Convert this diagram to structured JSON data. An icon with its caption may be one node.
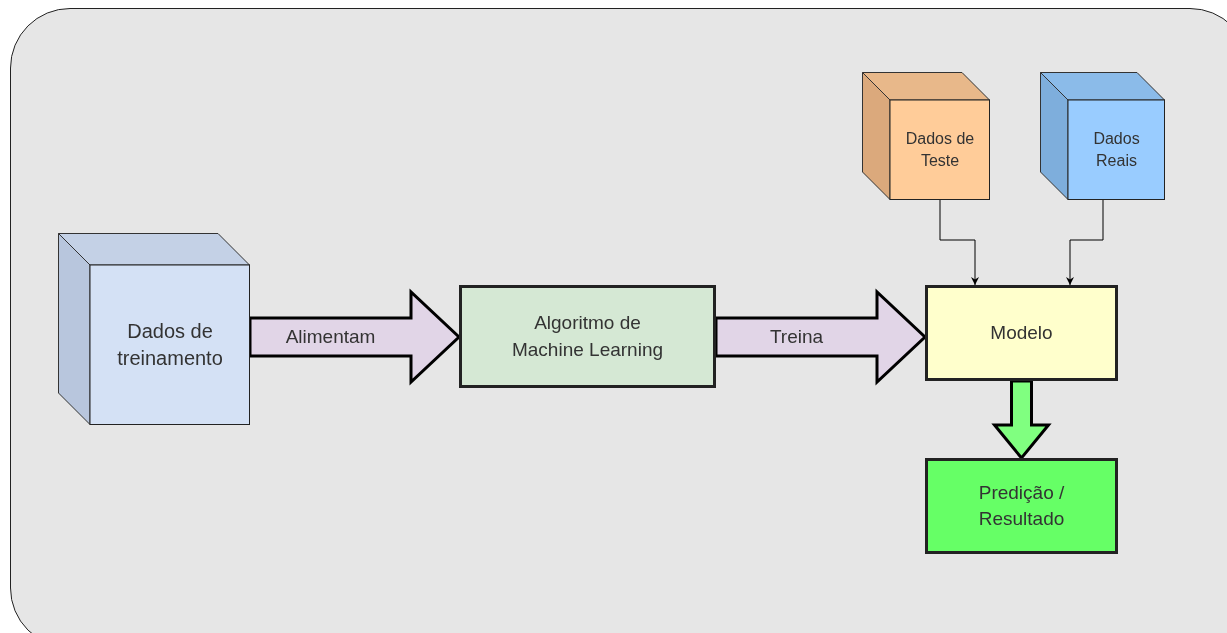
{
  "diagram": {
    "nodes": [
      {
        "text": [
          "Dados de treinamento"
        ]
      },
      {
        "text": [
          "Algoritmo de Machine Learning"
        ]
      },
      {
        "text": [
          "Dados de Teste"
        ]
      },
      {
        "text": [
          "Dados Reais"
        ]
      },
      {
        "text": [
          "Modelo"
        ]
      },
      {
        "text": [
          "Predição / Resultado"
        ]
      }
    ],
    "edges": [
      {
        "from": 0,
        "to": 1,
        "arrow": "to",
        "label": "Alimentam",
        "style": "thick",
        "color": "#e1d5e7"
      },
      {
        "from": 1,
        "to": 4,
        "arrow": "to",
        "label": "Treina",
        "style": "thick",
        "color": "#e1d5e7"
      },
      {
        "from": 2,
        "to": 4,
        "arrow": "to"
      },
      {
        "from": 3,
        "to": 4,
        "arrow": "to"
      },
      {
        "from": 4,
        "to": 5,
        "arrow": "to",
        "style": "thick",
        "color": "#80ff80"
      }
    ]
  }
}
